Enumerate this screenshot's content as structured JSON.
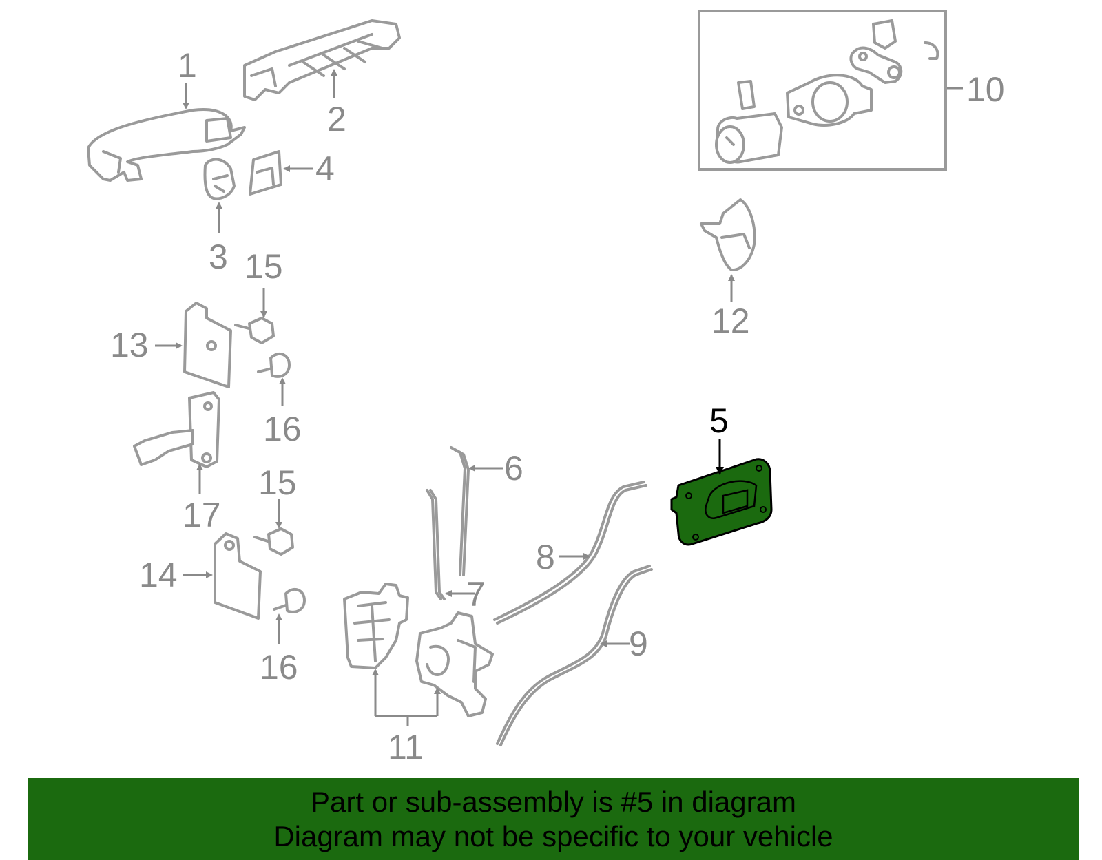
{
  "highlight_color": "#1b6a0f",
  "callouts": [
    "1",
    "2",
    "3",
    "4",
    "5",
    "6",
    "7",
    "8",
    "9",
    "10",
    "11",
    "12",
    "13",
    "14",
    "15",
    "15",
    "16",
    "16",
    "17"
  ],
  "banner": {
    "line1": "Part or sub-assembly is #5 in diagram",
    "line2": "Diagram may not be specific to your vehicle"
  }
}
